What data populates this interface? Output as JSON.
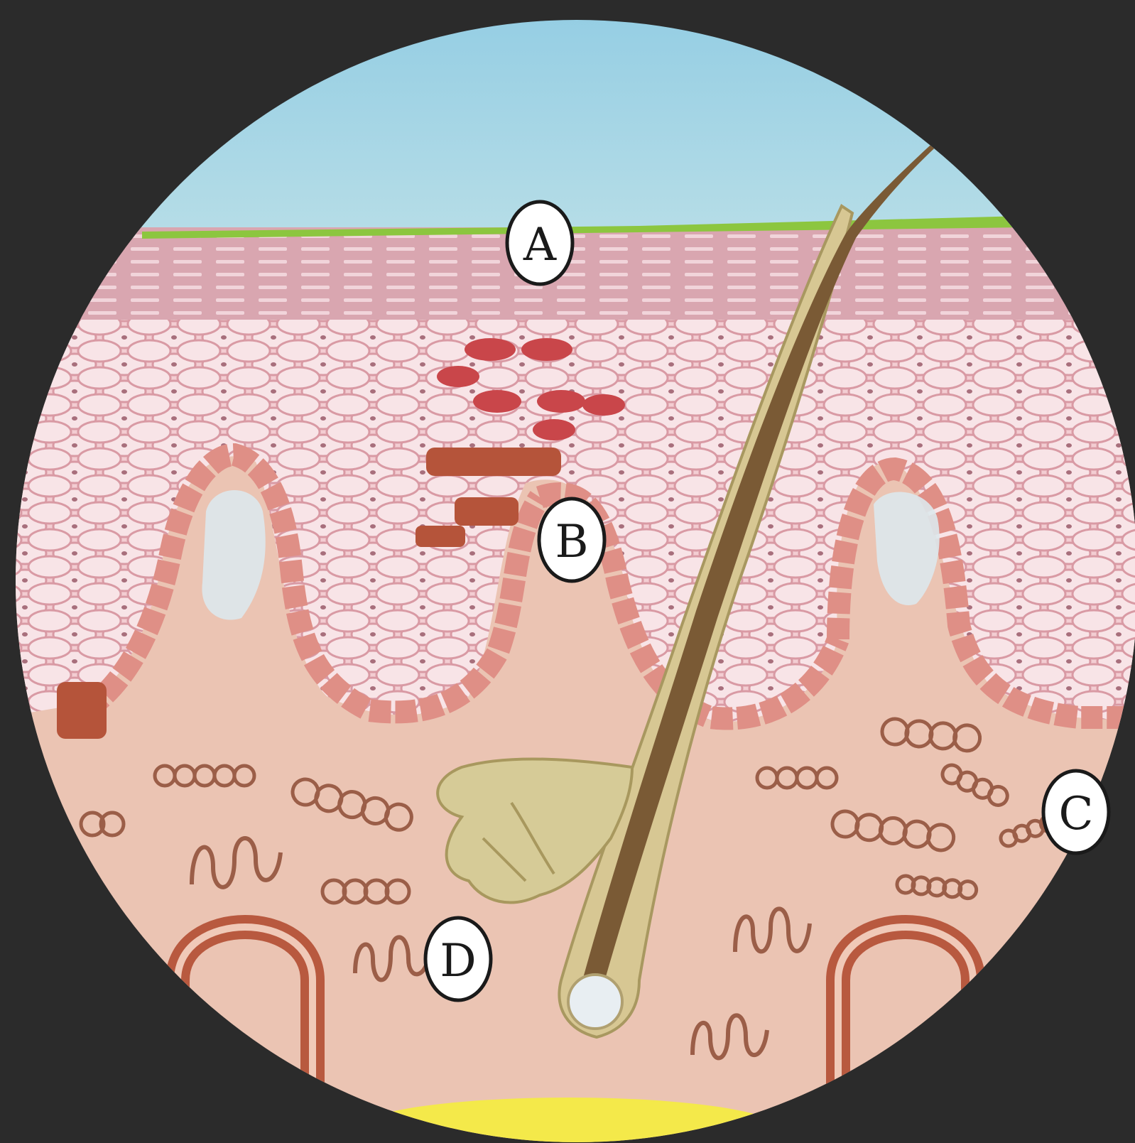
{
  "diagram": {
    "labels": [
      {
        "id": "A",
        "text": "A"
      },
      {
        "id": "B",
        "text": "B"
      },
      {
        "id": "C",
        "text": "C"
      },
      {
        "id": "D",
        "text": "D"
      }
    ],
    "colors": {
      "background": "#2b2b2b",
      "sky": "#a8d6e6",
      "surface_line": "#8cc63f",
      "stratum_corneum": "#d9a3ad",
      "epidermis": "#f1c6cc",
      "cell_nucleus": "#b07885",
      "basal_cells": "#df8f86",
      "melanocyte": "#c9464a",
      "dermis": "#ebc2b0",
      "hair_shaft": "#7a5a35",
      "hair_follicle": "#d7c793",
      "sebaceous_gland": "#d6cb97",
      "vessel": "#b8593f",
      "fibers": "#9b5e48",
      "fat": "#f4e94a"
    }
  }
}
